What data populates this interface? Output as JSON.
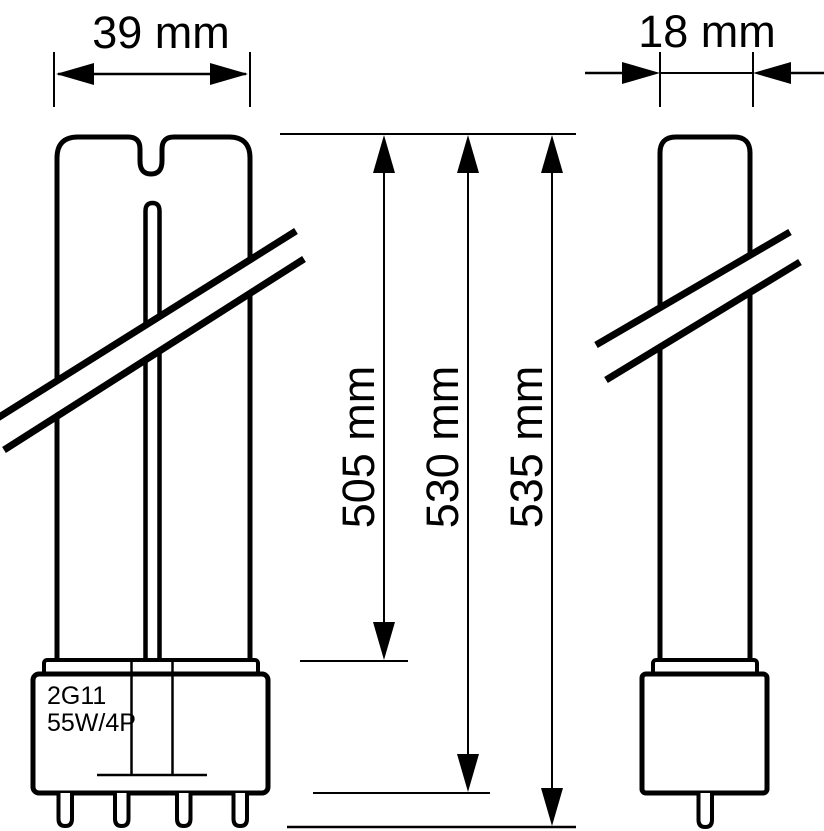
{
  "drawing": {
    "colors": {
      "line": "#000000",
      "background": "#ffffff"
    },
    "dim_front_width": {
      "label": "39 mm"
    },
    "dim_side_width": {
      "label": "18 mm"
    },
    "dim_tube_length": {
      "label": "505 mm"
    },
    "dim_base_length": {
      "label": "530 mm"
    },
    "dim_overall_length": {
      "label": "535 mm"
    },
    "base_marking": {
      "line1": "2G11",
      "line2": "55W/4P"
    }
  }
}
